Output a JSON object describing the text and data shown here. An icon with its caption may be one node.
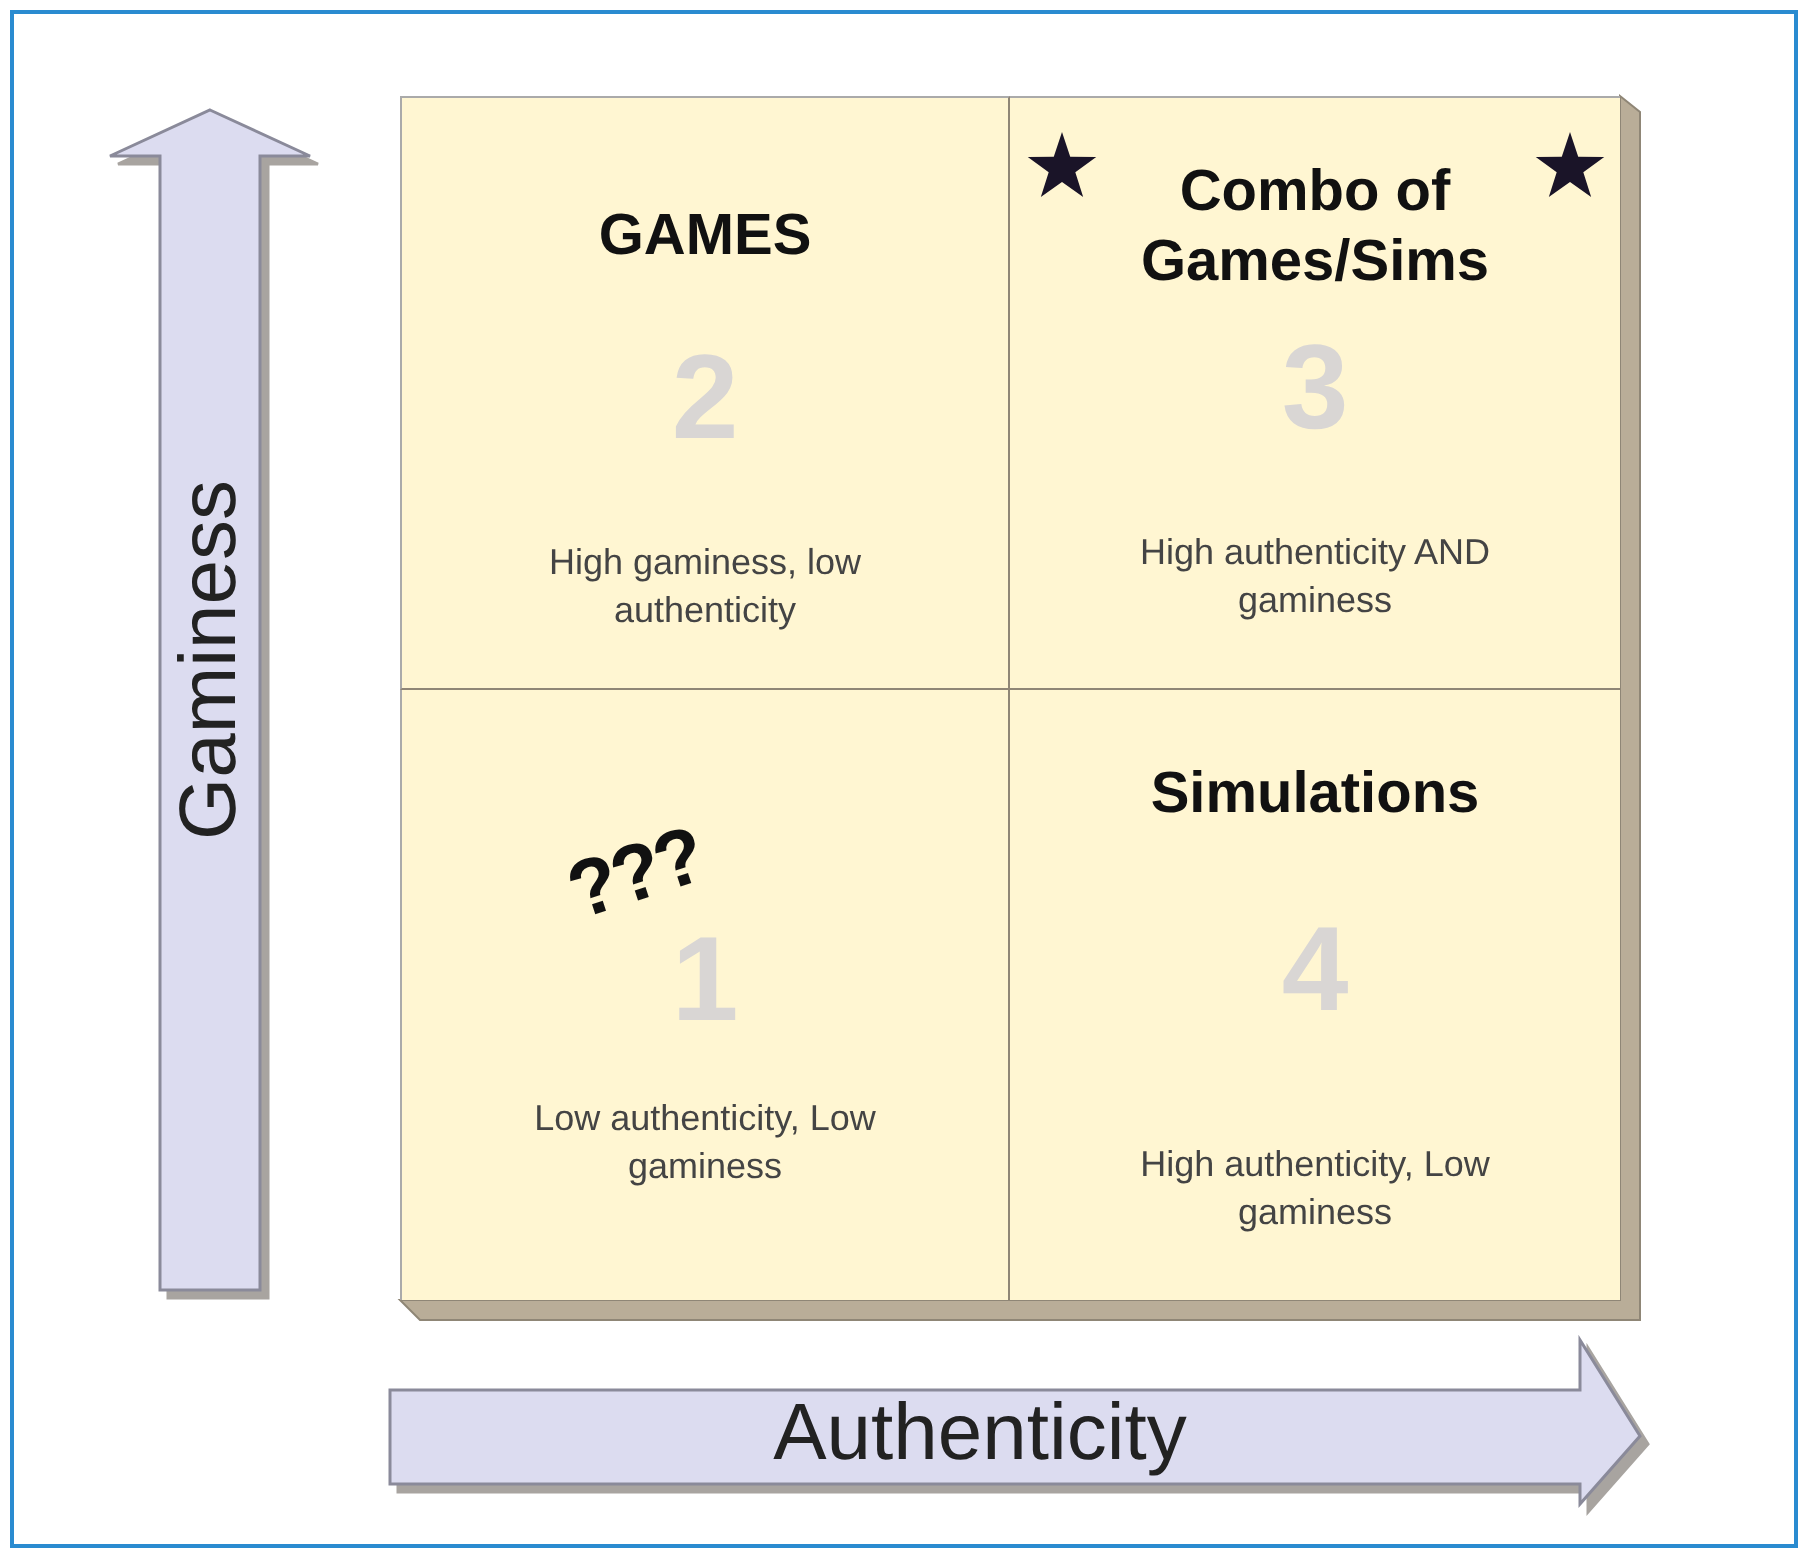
{
  "diagram": {
    "nodes": [
      {
        "text": [
          "GAMES",
          "2",
          "High gaminess, low authenticity"
        ]
      },
      {
        "text": [
          "Combo of Games/Sims",
          "3",
          "High authenticity AND gaminess"
        ]
      },
      {
        "text": [
          "???",
          "1",
          "Low authenticity, Low gaminess"
        ]
      },
      {
        "text": [
          "Simulations",
          "4",
          "High authenticity, Low gaminess"
        ]
      }
    ],
    "labels": [
      "Gaminess",
      "Authenticity"
    ]
  }
}
